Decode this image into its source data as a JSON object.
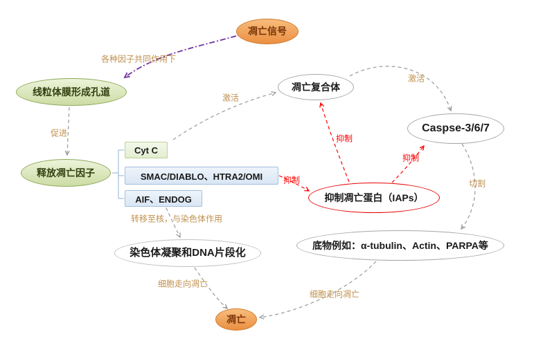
{
  "nodes": {
    "apoptosis_signal": "凋亡信号",
    "mito_pore": "线粒体膜形成孔道",
    "release_factors": "释放凋亡因子",
    "cyt_c": "Cyt C",
    "smac_box": "SMAC/DIABLO、HTRA2/OMI",
    "aif_box": "AIF、ENDOG",
    "apoptosis_complex": "凋亡复合体",
    "caspase": "Caspse-3/6/7",
    "iaps": "抑制凋亡蛋白（IAPs）",
    "substrates": "底物例如：α-tubulin、Actin、PARPA等",
    "chromatin": "染色体凝聚和DNA片段化",
    "apoptosis": "凋亡"
  },
  "edge_labels": {
    "joint_factors": "各种因子共同作用下",
    "promote": "促进",
    "activate_complex": "激活",
    "activate_caspase": "激活",
    "inhibit_complex": "抑制",
    "inhibit_caspase": "抑制",
    "inhibit_iaps": "抑制",
    "cleave": "切割",
    "translocate": "转移至核，与染色体作用",
    "cell_to_apoptosis_left": "细胞走向凋亡",
    "cell_to_apoptosis_right": "细胞走向凋亡"
  },
  "colors": {
    "orange_fill": "#ea8f42",
    "orange_border": "#d07a2e",
    "green_fill": "#ccdca4",
    "green_border": "#8fa958",
    "blue_box_fill": "#d9e6f4",
    "blue_box_border": "#a3bfdc",
    "white_node_border": "#a6a6a6",
    "red_accent": "#ff0000",
    "purple_accent": "#7030a0",
    "gray_arrow": "#999999",
    "label_tan": "#c0904e"
  }
}
